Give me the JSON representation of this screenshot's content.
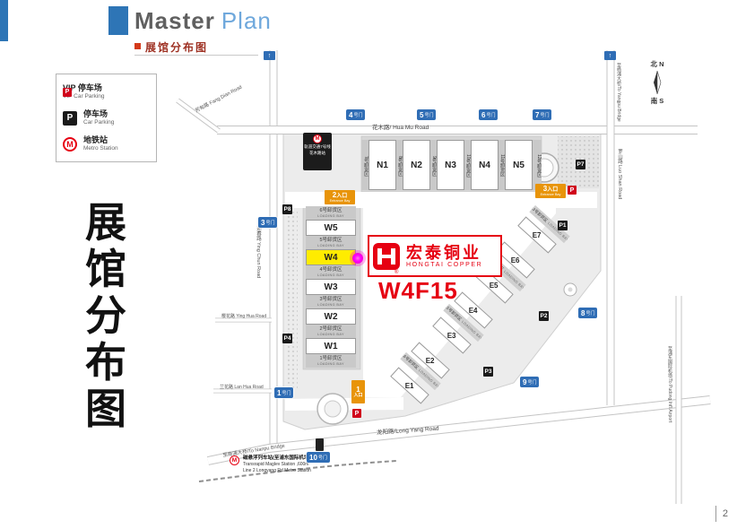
{
  "header": {
    "title_part1": "Master",
    "title_part2": "Plan",
    "subtitle": "展馆分布图"
  },
  "vertical_title": {
    "chars": [
      "展",
      "馆",
      "分",
      "布",
      "图"
    ]
  },
  "legend": {
    "items": [
      {
        "label_cn": "VIP 停车场",
        "label_en": "VIP Car Parking"
      },
      {
        "label_cn": "停车场",
        "label_en": "Car Parking"
      },
      {
        "label_cn": "地铁站",
        "label_en": "Metro Station"
      }
    ]
  },
  "icons": {
    "parking_glyph": "P",
    "metro_glyph": "M",
    "arrow_up": "↑"
  },
  "compass": {
    "north_cn": "北",
    "north_en": "N",
    "south_cn": "南",
    "south_en": "S"
  },
  "halls": {
    "north": [
      "N1",
      "N2",
      "N3",
      "N4",
      "N5"
    ],
    "west": [
      "W5",
      "W4",
      "W3",
      "W2",
      "W1"
    ],
    "east": [
      "E7",
      "E6",
      "E5",
      "E4",
      "E3",
      "E2",
      "E1"
    ],
    "highlighted": "W4"
  },
  "loading_bays": {
    "label_en": "LOADING BAY",
    "north": [
      "7号卸货区",
      "8号卸货区",
      "9号卸货区",
      "10号卸货区",
      "11号卸货区",
      "12号卸货区"
    ],
    "west": [
      "6号卸货区",
      "5号卸货区",
      "4号卸货区",
      "3号卸货区",
      "2号卸货区",
      "1号卸货区"
    ],
    "east": [
      "13号卸货区",
      "14号卸货区",
      "15号卸货区",
      "16号卸货区"
    ]
  },
  "exhibitor": {
    "name_cn": "宏泰铜业",
    "name_en": "HONGTAI COPPER",
    "booth": "W4F15",
    "registered": "®"
  },
  "gates": {
    "suffix": "号门",
    "numbers": [
      "4",
      "5",
      "6",
      "7",
      "3",
      "1",
      "10",
      "9",
      "8"
    ]
  },
  "entrances": [
    {
      "num": "2",
      "cn": "入口",
      "en": "Entrance Bay"
    },
    {
      "num": "3",
      "cn": "入口",
      "en": "Entrance Bay"
    },
    {
      "num": "1",
      "cn": "入口"
    }
  ],
  "parking": [
    "P7",
    "P1",
    "P2",
    "P3",
    "P8",
    "P4"
  ],
  "roads": {
    "huamu": "花木路/ Hua Mu Road",
    "longyang": "龙阳路/Long Yang Road",
    "luoshan": "罗山路 Luo Shan Road",
    "yingchun": "迎春路 Ying Chun Road",
    "yinghua": "樱花路 Ying Hua Road",
    "lanhua": "兰花路 Lan Hua Road",
    "fangdian": "芳甸路 Fang Dian Road",
    "nanpu": "至南浦大桥/To Nanpu Bridge",
    "yangpu": "至杨浦大桥/To Yangpu Bridge",
    "airport": "至浦东国际机场/To Pudong Int'l Airport"
  },
  "metro": {
    "top": {
      "line1": "轨道交通7号线",
      "line2": "花木路站"
    },
    "bottom": {
      "line1": "磁悬浮列车站(至浦东国际机场) 600M",
      "line2": "Transrapid Maglev Station ,600m",
      "line3": "Line 2 Longyang Rd.Metro Station"
    }
  },
  "page_number": "2",
  "colors": {
    "accent_blue": "#2e75b6",
    "brand_red": "#e60012",
    "highlight_yellow": "#ffec00",
    "gate_blue": "#2f6db5",
    "entrance_orange": "#e8940a",
    "vip_red": "#d0021b"
  }
}
